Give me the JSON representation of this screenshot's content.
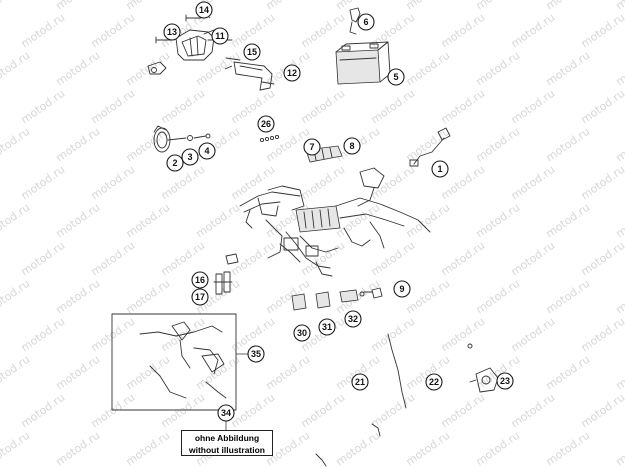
{
  "watermark": "motod.ru",
  "callouts": [
    {
      "label": "14"
    },
    {
      "label": "13"
    },
    {
      "label": "11"
    },
    {
      "label": "15"
    },
    {
      "label": "12"
    },
    {
      "label": "6"
    },
    {
      "label": "5"
    },
    {
      "label": "26"
    },
    {
      "label": "2"
    },
    {
      "label": "3"
    },
    {
      "label": "4"
    },
    {
      "label": "7"
    },
    {
      "label": "8"
    },
    {
      "label": "1"
    },
    {
      "label": "16"
    },
    {
      "label": "17"
    },
    {
      "label": "9"
    },
    {
      "label": "30"
    },
    {
      "label": "31"
    },
    {
      "label": "32"
    },
    {
      "label": "35"
    },
    {
      "label": "21"
    },
    {
      "label": "22"
    },
    {
      "label": "23"
    },
    {
      "label": "34"
    }
  ],
  "note": {
    "line1": "ohne Abbildung",
    "line2": "without illustration"
  }
}
